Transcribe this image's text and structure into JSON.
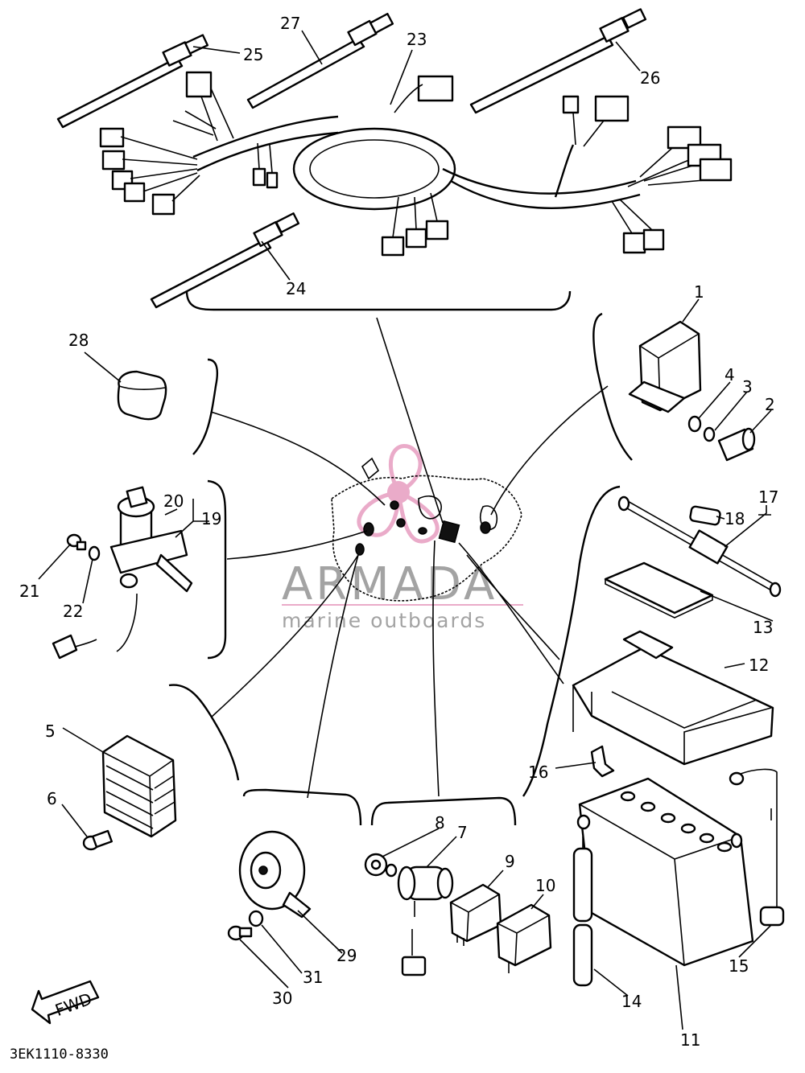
{
  "diagram_code": "3EK1110-8330",
  "fwd_label": "FWD",
  "watermark": {
    "brand": "ARMADA",
    "tagline": "marine outboards",
    "color": "#e8a3c4"
  },
  "callouts": [
    {
      "id": "1",
      "text": "1"
    },
    {
      "id": "2",
      "text": "2"
    },
    {
      "id": "3",
      "text": "3"
    },
    {
      "id": "4",
      "text": "4"
    },
    {
      "id": "5",
      "text": "5"
    },
    {
      "id": "6",
      "text": "6"
    },
    {
      "id": "7",
      "text": "7"
    },
    {
      "id": "8",
      "text": "8"
    },
    {
      "id": "9",
      "text": "9"
    },
    {
      "id": "10",
      "text": "10"
    },
    {
      "id": "11",
      "text": "11"
    },
    {
      "id": "12",
      "text": "12"
    },
    {
      "id": "13",
      "text": "13"
    },
    {
      "id": "14",
      "text": "14"
    },
    {
      "id": "15",
      "text": "15"
    },
    {
      "id": "16",
      "text": "16"
    },
    {
      "id": "17",
      "text": "17"
    },
    {
      "id": "18",
      "text": "18"
    },
    {
      "id": "19",
      "text": "19"
    },
    {
      "id": "20",
      "text": "20"
    },
    {
      "id": "21",
      "text": "21"
    },
    {
      "id": "22",
      "text": "22"
    },
    {
      "id": "23",
      "text": "23"
    },
    {
      "id": "24",
      "text": "24"
    },
    {
      "id": "25",
      "text": "25"
    },
    {
      "id": "26",
      "text": "26"
    },
    {
      "id": "27",
      "text": "27"
    },
    {
      "id": "28",
      "text": "28"
    },
    {
      "id": "29",
      "text": "29"
    },
    {
      "id": "30",
      "text": "30"
    },
    {
      "id": "31",
      "text": "31"
    }
  ]
}
